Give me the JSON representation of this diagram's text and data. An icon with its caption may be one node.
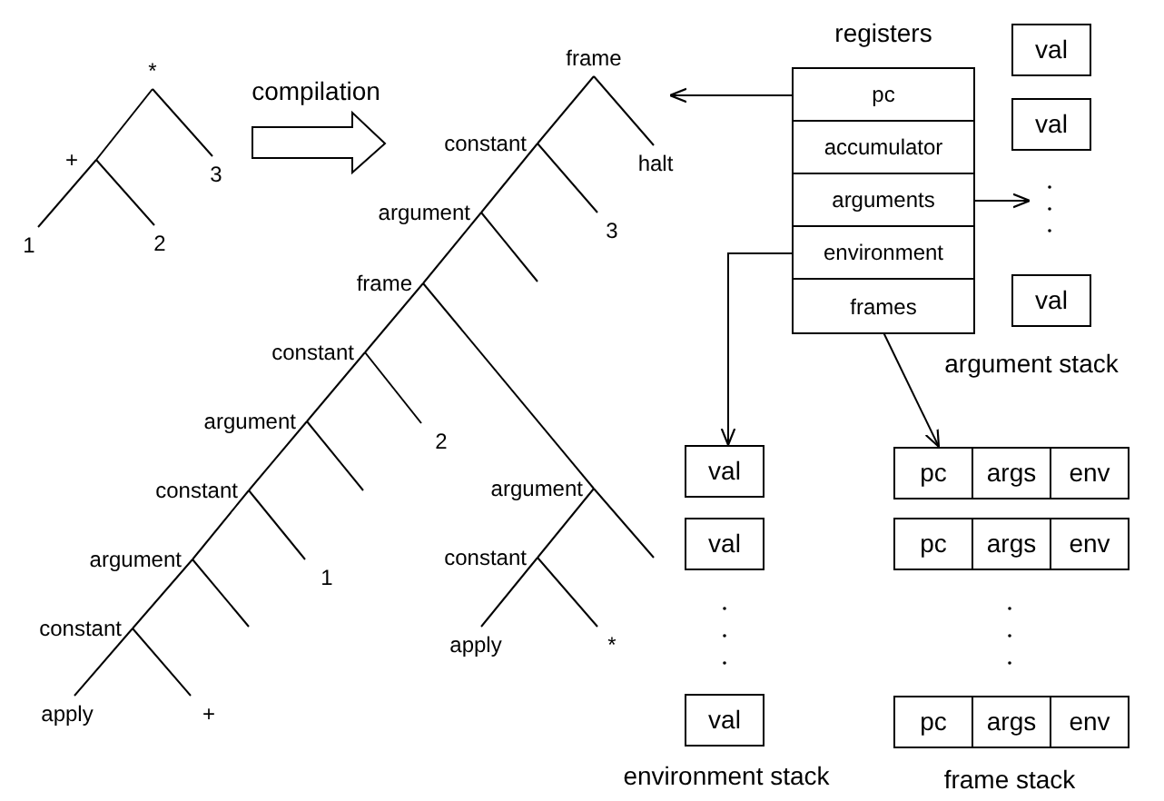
{
  "diagram": {
    "nodes": [
      {
        "text": [
          "*"
        ]
      },
      {
        "text": [
          "+"
        ]
      },
      {
        "text": [
          "3"
        ]
      },
      {
        "text": [
          "1"
        ]
      },
      {
        "text": [
          "2"
        ]
      },
      {
        "text": [
          "frame"
        ]
      },
      {
        "text": [
          "constant"
        ]
      },
      {
        "text": [
          "halt"
        ]
      },
      {
        "text": [
          "argument"
        ]
      },
      {
        "text": [
          "3"
        ]
      },
      {
        "text": [
          "frame"
        ]
      },
      {
        "text": [
          "constant"
        ]
      },
      {
        "text": [
          "2"
        ]
      },
      {
        "text": [
          "argument"
        ]
      },
      {
        "text": [
          "constant"
        ]
      },
      {
        "text": [
          "1"
        ]
      },
      {
        "text": [
          "argument"
        ]
      },
      {
        "text": [
          "constant"
        ]
      },
      {
        "text": [
          "apply"
        ]
      },
      {
        "text": [
          "+"
        ]
      },
      {
        "text": [
          "argument"
        ]
      },
      {
        "text": [
          "constant"
        ]
      },
      {
        "text": [
          "apply"
        ]
      },
      {
        "text": [
          "*"
        ]
      },
      {
        "text": [
          "registers"
        ]
      },
      {
        "text": [
          "pc"
        ],
        "in": 24
      },
      {
        "text": [
          "accumulator"
        ],
        "in": 24
      },
      {
        "text": [
          "arguments"
        ],
        "in": 24
      },
      {
        "text": [
          "environment"
        ],
        "in": 24
      },
      {
        "text": [
          "frames"
        ],
        "in": 24
      },
      {
        "text": [
          "val"
        ]
      },
      {
        "text": [
          "val"
        ]
      },
      {
        "text": [
          "val"
        ]
      },
      {
        "text": [
          "val"
        ]
      },
      {
        "text": [
          "val"
        ]
      },
      {
        "text": [
          "val"
        ]
      },
      {
        "text": [
          "pc",
          "args",
          "env"
        ]
      },
      {
        "text": [
          "pc",
          "args",
          "env"
        ]
      },
      {
        "text": [
          "pc",
          "args",
          "env"
        ]
      }
    ],
    "edges": [
      {
        "from": 0,
        "to": 1,
        "arrow": "none"
      },
      {
        "from": 0,
        "to": 2,
        "arrow": "none"
      },
      {
        "from": 1,
        "to": 3,
        "arrow": "none"
      },
      {
        "from": 1,
        "to": 4,
        "arrow": "none"
      },
      {
        "from": 5,
        "to": 6,
        "arrow": "none"
      },
      {
        "from": 5,
        "to": 7,
        "arrow": "none"
      },
      {
        "from": 6,
        "to": 8,
        "arrow": "none"
      },
      {
        "from": 6,
        "to": 9,
        "arrow": "none"
      },
      {
        "from": 8,
        "to": 10,
        "arrow": "none"
      },
      {
        "from": 8,
        "to": null,
        "arrow": "none"
      },
      {
        "from": 10,
        "to": 11,
        "arrow": "none"
      },
      {
        "from": 10,
        "to": 20,
        "arrow": "none"
      },
      {
        "from": 11,
        "to": 13,
        "arrow": "none"
      },
      {
        "from": 11,
        "to": 12,
        "arrow": "none"
      },
      {
        "from": 13,
        "to": 14,
        "arrow": "none"
      },
      {
        "from": 13,
        "to": null,
        "arrow": "none"
      },
      {
        "from": 14,
        "to": 16,
        "arrow": "none"
      },
      {
        "from": 14,
        "to": 15,
        "arrow": "none"
      },
      {
        "from": 16,
        "to": 17,
        "arrow": "none"
      },
      {
        "from": 16,
        "to": null,
        "arrow": "none"
      },
      {
        "from": 17,
        "to": 18,
        "arrow": "none"
      },
      {
        "from": 17,
        "to": 19,
        "arrow": "none"
      },
      {
        "from": 20,
        "to": 21,
        "arrow": "none"
      },
      {
        "from": 20,
        "to": null,
        "arrow": "none"
      },
      {
        "from": 21,
        "to": 22,
        "arrow": "none"
      },
      {
        "from": 21,
        "to": 23,
        "arrow": "none"
      },
      {
        "from": 25,
        "to": 5,
        "arrow": "to"
      },
      {
        "from": 27,
        "to": null,
        "arrow": "to"
      },
      {
        "from": 28,
        "to": 33,
        "arrow": "to"
      },
      {
        "from": 29,
        "to": 36,
        "arrow": "to"
      }
    ],
    "labels": [
      "compilation",
      "argument stack",
      "environment stack",
      "frame stack"
    ]
  }
}
